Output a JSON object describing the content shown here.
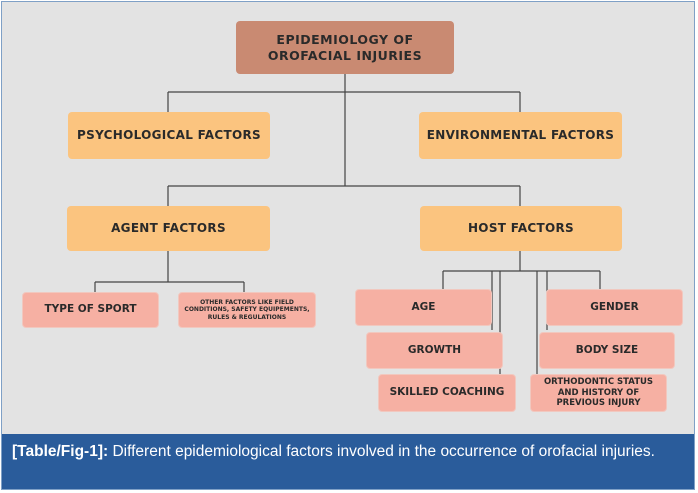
{
  "diagram": {
    "title": "EPIDEMIOLOGY OF OROFACIAL INJURIES",
    "level1": {
      "psychological": "PSYCHOLOGICAL FACTORS",
      "environmental": "ENVIRONMENTAL FACTORS"
    },
    "level2": {
      "agent": "AGENT FACTORS",
      "host": "HOST FACTORS"
    },
    "agent_children": [
      "TYPE OF SPORT",
      "OTHER FACTORS LIKE FIELD CONDITIONS, SAFETY EQUIPEMENTS, RULES & REGULATIONS"
    ],
    "host_children": [
      "AGE",
      "GENDER",
      "GROWTH",
      "BODY SIZE",
      "SKILLED COACHING",
      "ORTHODONTIC STATUS AND HISTORY OF PREVIOUS INJURY"
    ]
  },
  "caption": {
    "tag": "[Table/Fig-1]:",
    "text": " Different epidemiological factors involved in the occurrence of orofacial injuries."
  },
  "colors": {
    "title_box": "#c98a72",
    "category_box": "#fbc47f",
    "leaf_box": "#f6b0a3",
    "caption_bg": "#2a5c9b"
  }
}
